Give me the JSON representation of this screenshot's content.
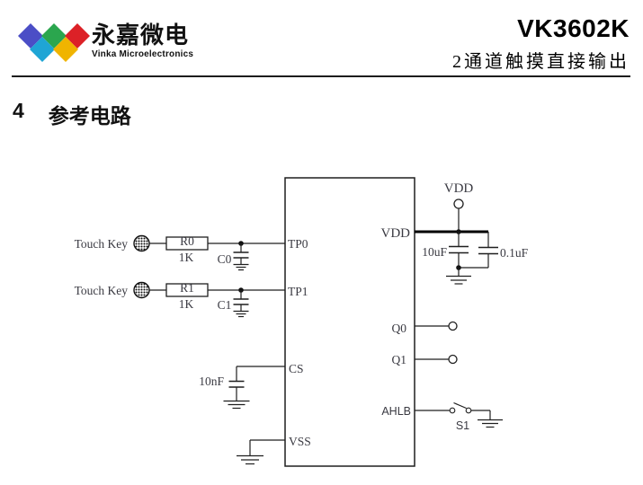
{
  "header": {
    "logo": {
      "cn_name": "永嘉微电",
      "en_name": "Vinka Microelectronics",
      "diamond_colors": {
        "blue": "#4b4ec6",
        "green": "#2ba64e",
        "red": "#dc2127",
        "cyan": "#1fa5d5",
        "yellow": "#f0b400"
      }
    },
    "part_number": "VK3602K",
    "subtitle": "2通道触摸直接输出"
  },
  "section": {
    "number": "4",
    "title": "参考电路"
  },
  "circuit": {
    "touch_keys": [
      "Touch Key",
      "Touch Key"
    ],
    "components": {
      "r0_name": "R0",
      "r0_value": "1K",
      "r1_name": "R1",
      "r1_value": "1K",
      "c0_name": "C0",
      "c1_name": "C1",
      "cs_cap_value": "10nF",
      "bulk_cap_value": "10uF",
      "bypass_cap_value": "0.1uF",
      "switch_name": "S1"
    },
    "power": {
      "vdd_supply_label": "VDD"
    },
    "pins": {
      "tp0": "TP0",
      "tp1": "TP1",
      "cs": "CS",
      "vss": "VSS",
      "vdd": "VDD",
      "q0": "Q0",
      "q1": "Q1",
      "ahlb": "AHLB"
    }
  }
}
